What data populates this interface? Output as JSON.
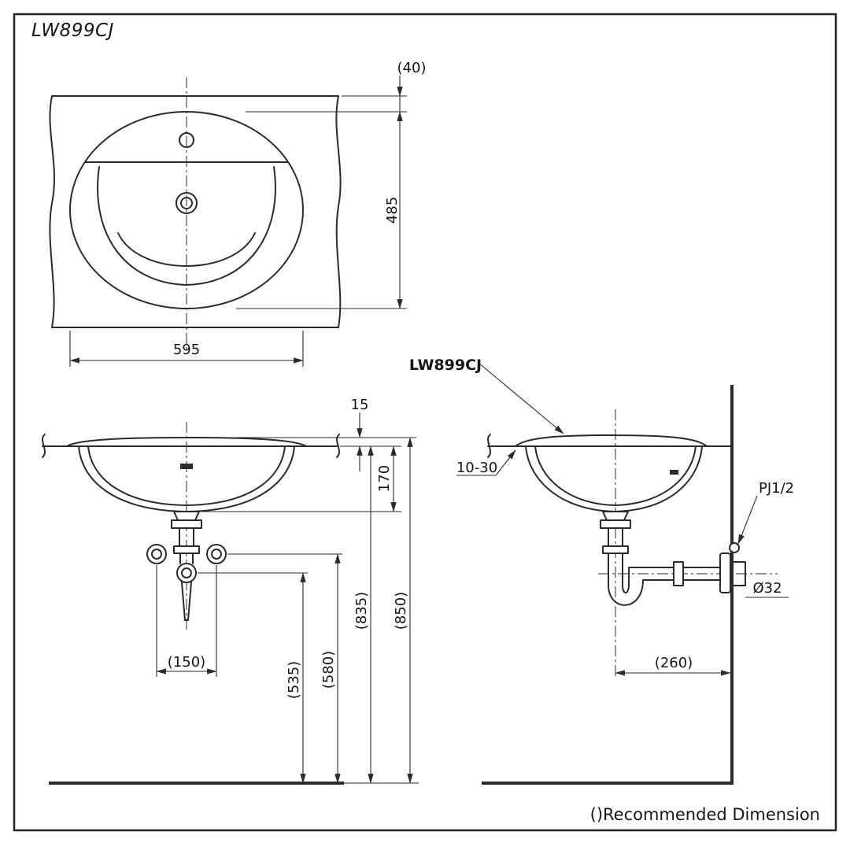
{
  "title": "LW899CJ",
  "footer_note": "()Recommended Dimension",
  "top_view": {
    "dim_offset_back": "(40)",
    "dim_depth": "485",
    "dim_width": "595"
  },
  "front_view": {
    "dim_rim_height": "15",
    "dim_bowl_depth": "170",
    "dim_supply_centers": "(150)",
    "dim_trap_outlet_height": "(535)",
    "dim_supply_height": "(580)",
    "dim_counter_underside_height": "(835)",
    "dim_counter_height": "(850)"
  },
  "side_view": {
    "product_label": "LW899CJ",
    "dim_counter_thickness": "10-30",
    "supply_label": "PJ1/2",
    "drain_diameter": "Ø32",
    "dim_wall_to_drain": "(260)"
  }
}
